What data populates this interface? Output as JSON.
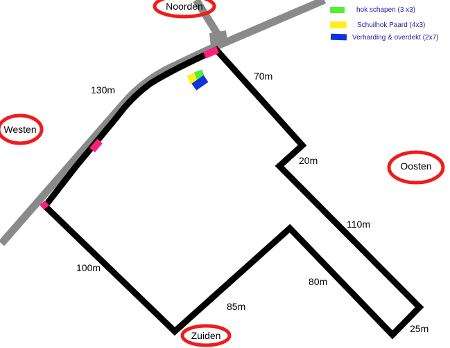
{
  "colors": {
    "road": "#8a8a8a",
    "fence": "#000000",
    "gate": "#ff1f7a",
    "compass_ring": "#ee1c1c",
    "legend_text": "#1a1aa8",
    "hok_schapen": "#55ee33",
    "schuilhok_paard": "#ffee22",
    "verharding": "#1133dd"
  },
  "compass": {
    "north": "Noorden",
    "west": "Westen",
    "east": "Oosten",
    "south": "Zuiden"
  },
  "segment_labels": {
    "north_road": "130m",
    "north_east": "70m",
    "notch": "20m",
    "east_long": "110m",
    "east_end": "25m",
    "inner_arm": "80m",
    "south_mid": "85m",
    "west_side": "100m"
  },
  "legend": [
    {
      "label": "hok schapen (3 x3)",
      "color": "#55ee33",
      "icon": "green-swatch"
    },
    {
      "label": "Schuilhok Paard (4x3)",
      "color": "#ffee22",
      "icon": "yellow-swatch"
    },
    {
      "label": "Verharding & overdekt (2x7)",
      "color": "#1133dd",
      "icon": "blue-swatch"
    }
  ]
}
